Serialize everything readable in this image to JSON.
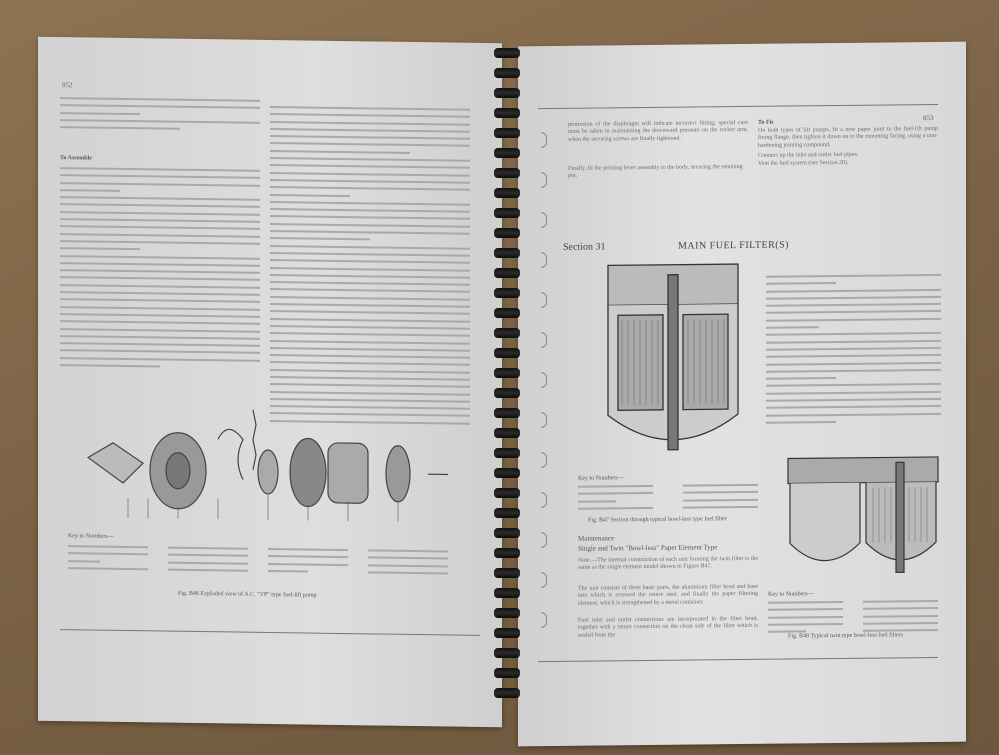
{
  "left_page": {
    "page_number": "852",
    "heading_assemble": "To Assemble",
    "figure": {
      "key_heading": "Key to Numbers—",
      "caption": "Fig. B46  Exploded view of A.C. \"VP\" type fuel-lift pump"
    }
  },
  "right_page": {
    "page_number": "853",
    "para_top_left": "protrusion of the diaphragm will indicate incorrect fitting; special care must be taken in maintaining the downward pressure on the rocker arm, when the securing screws are finally tightened.",
    "para_finally": "Finally, fit the priming lever assembly to the body, securing the retaining pin.",
    "to_fit_heading": "To Fit",
    "to_fit_para": "On both types of lift pumps, fit a new paper joint to the fuel-lift pump fixing flange, then tighten it down on to the mounting facing, using a non-hardening jointing compound.",
    "connect_para": "Connect up the inlet and outlet fuel pipes.",
    "vent_para": "Vent the fuel system (see Section 28).",
    "section_label": "Section 31",
    "section_title": "MAIN FUEL FILTER(S)",
    "fig_b47": {
      "key_heading": "Key to Numbers—",
      "caption": "Fig. B47  Section through typical bowl-less type fuel filter"
    },
    "maintenance_heading": "Maintenance",
    "subheading": "Single and Twin \"Bowl-less\" Paper Element Type",
    "note": "Note.—The internal construction of each unit forming the twin filter is the same as the single element model shown in Figure B47.",
    "para_unit": "The unit consists of three basic parts, the aluminium filter head and base into which is screwed the centre stud, and finally the paper filtering element, which is strengthened by a metal container.",
    "para_fuel": "Fuel inlet and outlet connections are incorporated in the filter head, together with a return connection on the clean side of the filter which is sealed from the",
    "fig_b48": {
      "key_heading": "Key to Numbers—",
      "caption": "Fig. B48  Typical twin type bowl-less fuel filters"
    }
  }
}
